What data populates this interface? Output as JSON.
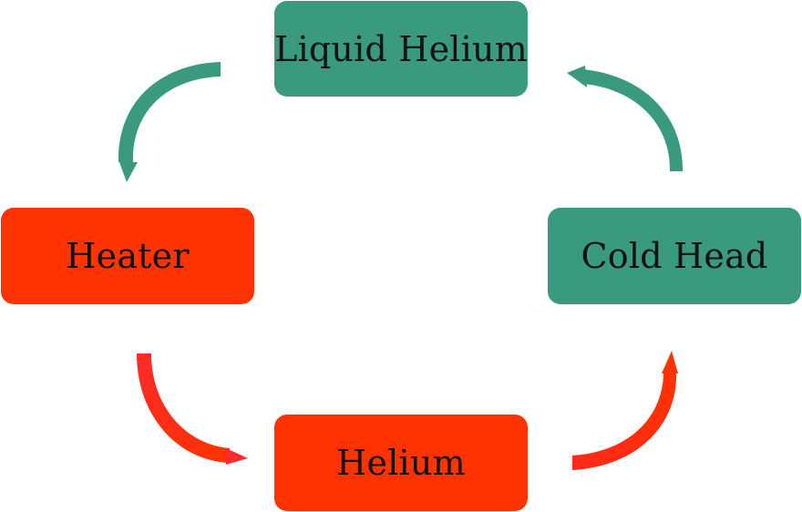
{
  "nodes": {
    "liquid_helium": {
      "label": "Liquid Helium",
      "color": "#3a9a80"
    },
    "cold_head": {
      "label": "Cold Head",
      "color": "#3a9a80"
    },
    "helium": {
      "label": "Helium",
      "color": "#ff3300"
    },
    "heater": {
      "label": "Heater",
      "color": "#ff3300"
    }
  },
  "colors": {
    "teal_arrow": "#3a9a80",
    "red_arrow": "#ff2a1a"
  },
  "cycle": [
    {
      "from": "liquid_helium",
      "to": "heater",
      "color": "teal"
    },
    {
      "from": "heater",
      "to": "helium",
      "color": "red"
    },
    {
      "from": "helium",
      "to": "cold_head",
      "color": "red"
    },
    {
      "from": "cold_head",
      "to": "liquid_helium",
      "color": "teal"
    }
  ]
}
